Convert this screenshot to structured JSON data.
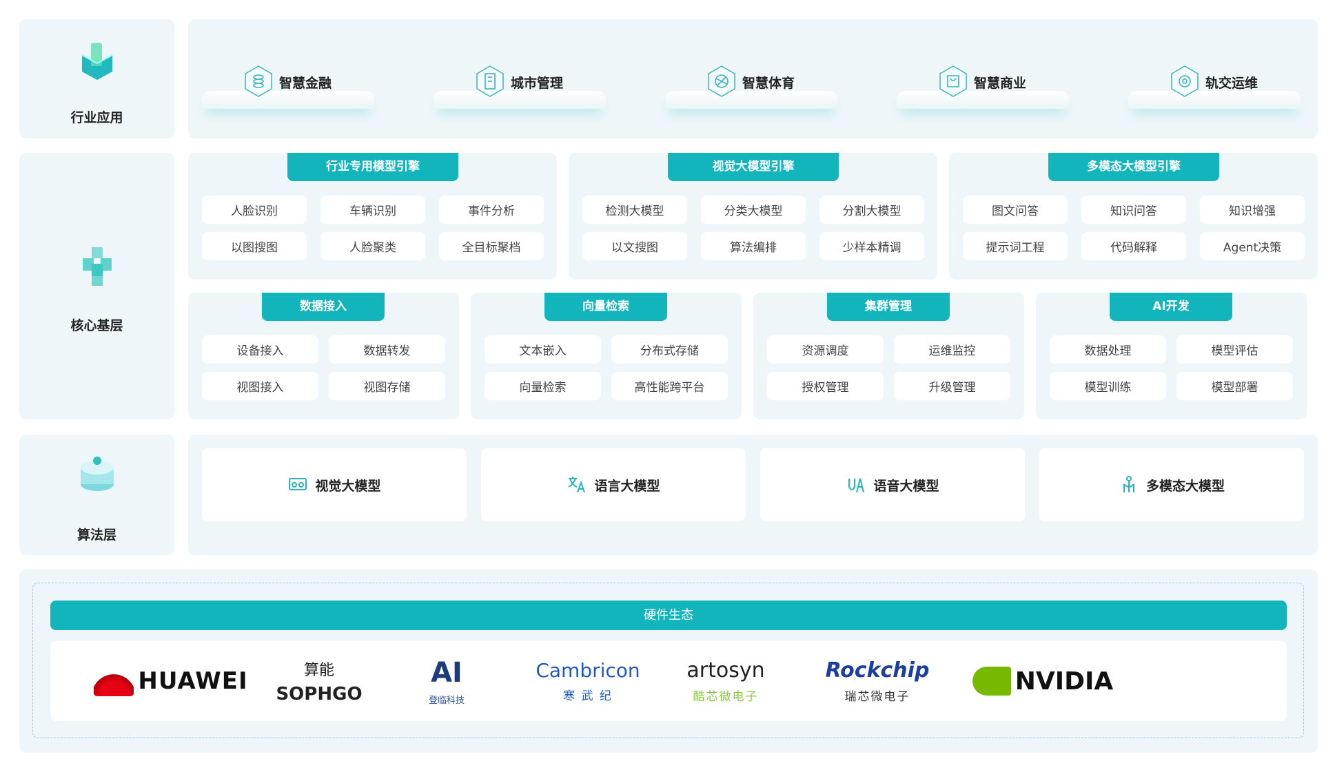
{
  "colors": {
    "accent": "#13b5bd",
    "panel": "#eef6f9"
  },
  "layers": {
    "industry": "行业应用",
    "core": "核心基层",
    "algorithm": "算法层"
  },
  "industry_apps": [
    {
      "label": "智慧金融",
      "icon": "coins-icon"
    },
    {
      "label": "城市管理",
      "icon": "building-icon"
    },
    {
      "label": "智慧体育",
      "icon": "ball-icon"
    },
    {
      "label": "智慧商业",
      "icon": "shopping-bag-icon"
    },
    {
      "label": "轨交运维",
      "icon": "gear-icon"
    }
  ],
  "engines": [
    {
      "title": "行业专用模型引擎",
      "items": [
        "人脸识别",
        "车辆识别",
        "事件分析",
        "以图搜图",
        "人脸聚类",
        "全目标聚档"
      ]
    },
    {
      "title": "视觉大模型引擎",
      "items": [
        "检测大模型",
        "分类大模型",
        "分割大模型",
        "以文搜图",
        "算法编排",
        "少样本精调"
      ]
    },
    {
      "title": "多模态大模型引擎",
      "items": [
        "图文问答",
        "知识问答",
        "知识增强",
        "提示词工程",
        "代码解释",
        "Agent决策"
      ]
    }
  ],
  "platforms": [
    {
      "title": "数据接入",
      "items": [
        "设备接入",
        "数据转发",
        "视图接入",
        "视图存储"
      ]
    },
    {
      "title": "向量检索",
      "items": [
        "文本嵌入",
        "分布式存储",
        "向量检索",
        "高性能跨平台"
      ]
    },
    {
      "title": "集群管理",
      "items": [
        "资源调度",
        "运维监控",
        "授权管理",
        "升级管理"
      ]
    },
    {
      "title": "AI开发",
      "items": [
        "数据处理",
        "模型评估",
        "模型训练",
        "模型部署"
      ]
    }
  ],
  "models": [
    {
      "label": "视觉大模型",
      "icon": "vr-glasses-icon"
    },
    {
      "label": "语言大模型",
      "icon": "translate-icon"
    },
    {
      "label": "语音大模型",
      "icon": "voice-icon"
    },
    {
      "label": "多模态大模型",
      "icon": "person-icon"
    }
  ],
  "hardware": {
    "title": "硬件生态",
    "logos": [
      {
        "name": "huawei",
        "text": "HUAWEI"
      },
      {
        "name": "sophgo",
        "text": "SOPHGO",
        "sub": "算能"
      },
      {
        "name": "denglin",
        "text": "AI",
        "sub": "登临科技"
      },
      {
        "name": "cambricon",
        "text": "Cambricon",
        "sub": "寒 武 纪"
      },
      {
        "name": "artosyn",
        "text": "artosyn",
        "sub": "酷芯微电子"
      },
      {
        "name": "rockchip",
        "text": "Rockchip",
        "sub": "瑞芯微电子"
      },
      {
        "name": "nvidia",
        "text": "NVIDIA"
      }
    ]
  }
}
